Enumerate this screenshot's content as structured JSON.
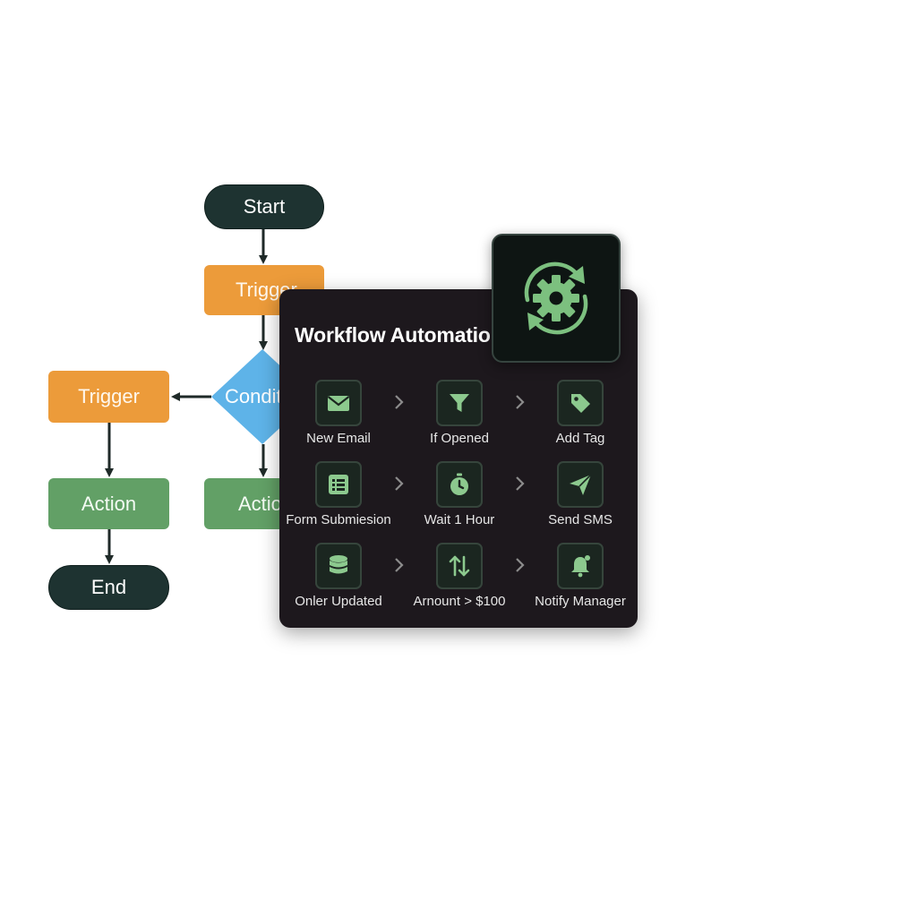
{
  "flowchart": {
    "start": "Start",
    "trigger_main": "Trigger",
    "condition": "Conditi",
    "trigger_left": "Trigger",
    "action_left": "Action",
    "action_right": "Actio",
    "end": "End"
  },
  "panel": {
    "title": "Workflow Automation",
    "header_icon": "gear-sync-icon",
    "rows": [
      [
        {
          "label": "New Email",
          "icon": "envelope-icon"
        },
        {
          "label": "If Opened",
          "icon": "filter-icon"
        },
        {
          "label": "Add Tag",
          "icon": "tag-icon"
        }
      ],
      [
        {
          "label": "Form Submiesion",
          "icon": "form-list-icon"
        },
        {
          "label": "Wait 1 Hour",
          "icon": "stopwatch-icon"
        },
        {
          "label": "Send SMS",
          "icon": "send-icon"
        }
      ],
      [
        {
          "label": "Onler Updated",
          "icon": "database-icon"
        },
        {
          "label": "Arnount > $100",
          "icon": "arrows-up-down-icon"
        },
        {
          "label": "Notify Manager",
          "icon": "bell-icon"
        }
      ]
    ]
  },
  "colors": {
    "dark_node": "#1e3331",
    "trigger": "#ec9b3a",
    "action": "#62a066",
    "condition": "#5eb3e8",
    "panel_bg": "#1d181d",
    "icon_green": "#8cc98e"
  }
}
